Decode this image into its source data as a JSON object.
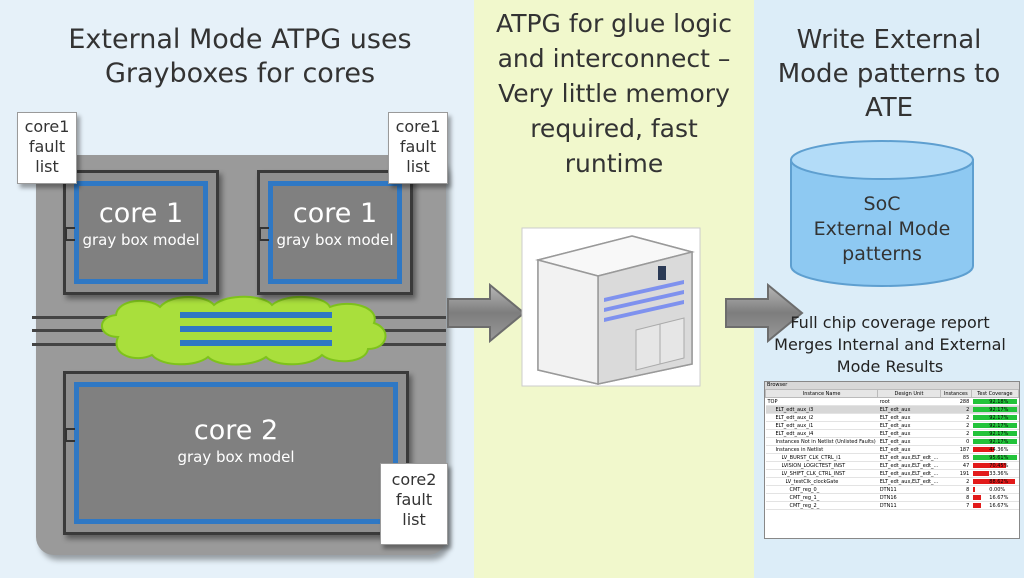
{
  "left": {
    "heading_line1": "External Mode ATPG uses",
    "heading_line2": "Grayboxes for cores",
    "notes": [
      {
        "line1": "core1",
        "line2": "fault",
        "line3": "list"
      },
      {
        "line1": "core1",
        "line2": "fault",
        "line3": "list"
      },
      {
        "line1": "core2",
        "line2": "fault",
        "line3": "list"
      }
    ],
    "cores": [
      {
        "name": "core 1",
        "sub": "gray box model"
      },
      {
        "name": "core 1",
        "sub": "gray box model"
      },
      {
        "name": "core 2",
        "sub": "gray box model"
      }
    ]
  },
  "middle": {
    "heading_lines": [
      "ATPG for glue logic",
      "and interconnect –",
      "Very little memory",
      "required, fast",
      "runtime"
    ]
  },
  "right": {
    "heading_lines": [
      "Write External",
      "Mode patterns to",
      "ATE"
    ],
    "cylinder_lines": [
      "SoC",
      "External Mode",
      "patterns"
    ],
    "report_lines": [
      "Full chip coverage report",
      "Merges Internal and External",
      "Mode Results"
    ],
    "browser": {
      "title": "Browser",
      "columns": [
        "Instance Name",
        "Design Unit",
        "Instances",
        "Test Coverage"
      ],
      "rows": [
        {
          "name": "TOP",
          "unit": "root",
          "inst": "288",
          "cov": "92.18%",
          "status": "green",
          "fill": 0.92
        },
        {
          "name": "ELT_edt_aux_i3",
          "unit": "ELT_edt_aux",
          "inst": "2",
          "cov": "92.17%",
          "status": "green",
          "fill": 0.92
        },
        {
          "name": "ELT_edt_aux_i2",
          "unit": "ELT_edt_aux",
          "inst": "2",
          "cov": "92.17%",
          "status": "green",
          "fill": 0.92
        },
        {
          "name": "ELT_edt_aux_i1",
          "unit": "ELT_edt_aux",
          "inst": "2",
          "cov": "92.17%",
          "status": "green",
          "fill": 0.92
        },
        {
          "name": "ELT_edt_aux_i4",
          "unit": "ELT_edt_aux",
          "inst": "2",
          "cov": "92.17%",
          "status": "green",
          "fill": 0.92
        },
        {
          "name": "Instances Not in Netlist (Unlisted Faults)",
          "unit": "ELT_edt_aux",
          "inst": "0",
          "cov": "92.17%",
          "status": "green",
          "fill": 0.92
        },
        {
          "name": "Instances in Netlist",
          "unit": "ELT_edt_aux",
          "inst": "187",
          "cov": "44.36%",
          "status": "red",
          "fill": 0.44
        },
        {
          "name": "LV_BURST_CLK_CTRL_i1",
          "unit": "ELT_edt_aux,ELT_edt_...",
          "inst": "85",
          "cov": "95.61%",
          "status": "green",
          "fill": 0.96
        },
        {
          "name": "LVISION_LOGICTEST_INST",
          "unit": "ELT_edt_aux,ELT_edt_...",
          "inst": "47",
          "cov": "70.45%",
          "status": "red",
          "fill": 0.7
        },
        {
          "name": "LV_SHIFT_CLK_CTRL_INST",
          "unit": "ELT_edt_aux,ELT_edt_...",
          "inst": "191",
          "cov": "33.36%",
          "status": "red",
          "fill": 0.33
        },
        {
          "name": "LV_testClk_clockGate",
          "unit": "ELT_edt_aux,ELT_edt_...",
          "inst": "2",
          "cov": "88.62%",
          "status": "red",
          "fill": 0.89
        },
        {
          "name": "CMT_reg_0_",
          "unit": "DTN11",
          "inst": "8",
          "cov": "0.00%",
          "status": "red",
          "fill": 0.0
        },
        {
          "name": "CMT_reg_1_",
          "unit": "DTN16",
          "inst": "8",
          "cov": "16.67%",
          "status": "red",
          "fill": 0.17
        },
        {
          "name": "CMT_reg_2_",
          "unit": "DTN11",
          "inst": "7",
          "cov": "16.67%",
          "status": "red",
          "fill": 0.17
        }
      ]
    }
  },
  "colors": {
    "left_panel": "#e6f1f9",
    "middle_panel": "#f1f8cc",
    "right_panel": "#dcedf8",
    "core_border": "#2f78c4",
    "cloud": "#a9df3c",
    "cylinder": "#8ec9f2",
    "coverage_green": "#22c33a",
    "coverage_red": "#e21a1a"
  }
}
